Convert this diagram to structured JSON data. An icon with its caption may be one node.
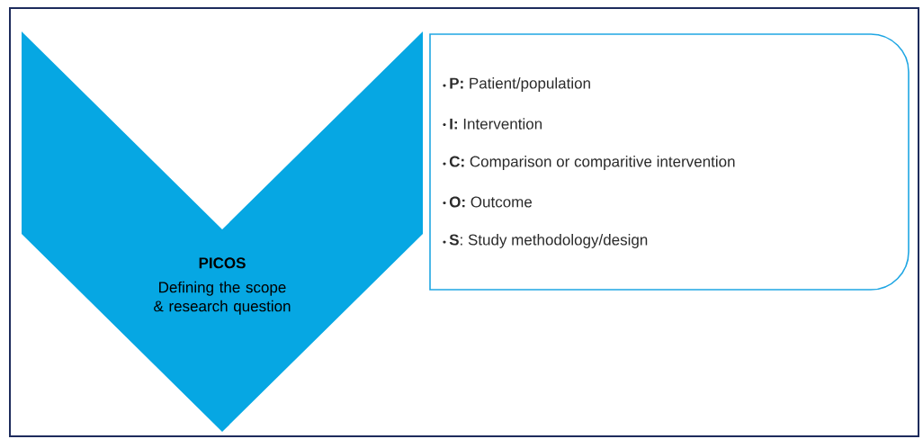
{
  "diagram": {
    "nodes": [
      {
        "text": [
          "PICOS",
          "Defining the scope & research question"
        ]
      },
      {
        "text": [
          "**P:** Patient/population",
          "**I:** Intervention",
          "**C:** Comparison or comparitive intervention",
          "**O:** Outcome",
          "**S**: Study methodology/design"
        ]
      }
    ]
  }
}
